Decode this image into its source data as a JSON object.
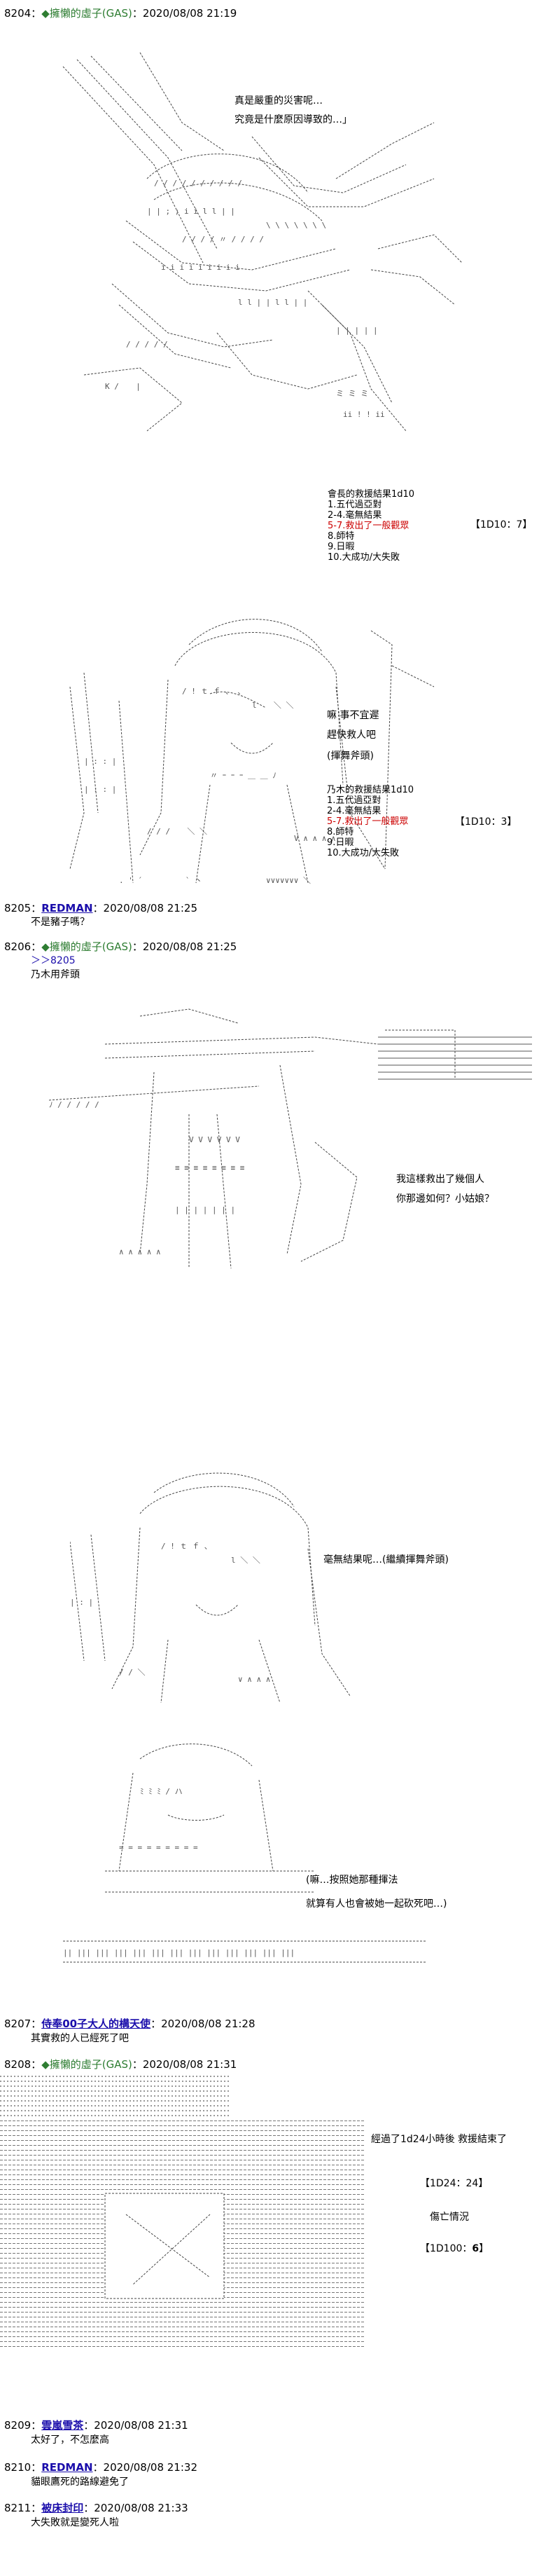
{
  "posts": [
    {
      "id": "p8204",
      "num": "8204：",
      "trip": "◆擁懶的虛子(GAS)",
      "date": "：2020/08/08 21:19",
      "lines": [
        "真是嚴重的災害呢…",
        "究竟是什麼原因導致的…」"
      ]
    },
    {
      "id": "p8205",
      "num": "8205：",
      "name": "REDMAN",
      "date": "：2020/08/08 21:25",
      "lines": [
        "不是豬子嗎？"
      ]
    },
    {
      "id": "p8206",
      "num": "8206：",
      "trip": "◆擁懶的虛子(GAS)",
      "date": "：2020/08/08 21:25",
      "lines": [
        "＞＞8205",
        "乃木用斧頭"
      ]
    },
    {
      "id": "p8207",
      "num": "8207：",
      "name": "侍奉00子大人的構天使",
      "date": "：2020/08/08 21:28",
      "lines": [
        "其實救的人已經死了吧"
      ]
    },
    {
      "id": "p8208",
      "num": "8208：",
      "trip": "◆擁懶的虛子(GAS)",
      "date": "：2020/08/08 21:31"
    },
    {
      "id": "p8209",
      "num": "8209：",
      "name": "雲嵐雪茶",
      "date": "：2020/08/08 21:31",
      "lines": [
        "太好了，不怎麼高"
      ]
    },
    {
      "id": "p8210",
      "num": "8210：",
      "name": "REDMAN",
      "date": "：2020/08/08 21:32",
      "lines": [
        "貓眼鷹死的路線避免了"
      ]
    },
    {
      "id": "p8211",
      "num": "8211：",
      "name": "被床封印",
      "date": "：2020/08/08 21:33",
      "lines": [
        "大失敗就是變死人啦"
      ]
    }
  ],
  "roll1": {
    "title": "會長的救援結果1d10",
    "items": [
      "1.五代過亞對",
      "2-4.毫無結果",
      "5-7.救出了一般觀眾",
      "8.師特",
      "9.日暇",
      "10.大成功/大失敗"
    ],
    "result": "【1D10：7】"
  },
  "dialogue1": [
    "嘛 事不宜遲",
    "趕快救人吧",
    "(揮舞斧頭)"
  ],
  "roll2": {
    "title": "乃木的救援結果1d10",
    "items": [
      "1.五代過亞對",
      "2-4.毫無結果",
      "5-7.救出了一般觀眾",
      "8.師特",
      "9.日暇",
      "10.大成功/大失敗"
    ],
    "result": "【1D10：3】"
  },
  "dialogue2": [
    "我這樣救出了幾個人",
    "你那邊如何？小姑娘？"
  ],
  "dialogue3": [
    "毫無結果呢…(繼續揮舞斧頭)"
  ],
  "dialogue4": [
    "(嘛…按照她那種揮法",
    "就算有人也會被她一起砍死吧…)"
  ],
  "post8208": {
    "line1": "經過了1d24小時後 救援結束了",
    "result1": "【1D24：24】",
    "label2": "傷亡情況",
    "result2_prefix": "【1D100：",
    "result2_value": "6",
    "result2_suffix": "】"
  },
  "colors": {
    "trip": "#2e7d32",
    "link": "#1a0dab",
    "red": "#cc0000"
  }
}
